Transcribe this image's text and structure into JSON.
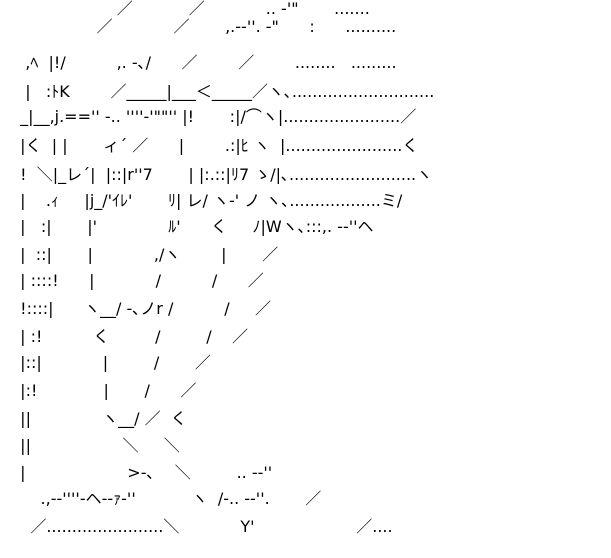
{
  "art": {
    "lines": [
      "                     ／           ／            .. -'\"       .......",
      "                 ／            ／       ,.--''. -\"      :      ..........",
      "   ,ﾍ  |!/          ,. -､/      ／        ／        ........   .........",
      "   |   :ﾄK        ／_____|___＜_____／ヽ､............................",
      "  _|__,j.=='' -.. ''''-'\"\"'' |!       :|/⌒ヽ|.......................／",
      "  |く  | |       ィ´ ／      |        .:|ﾋ ヽ  |.......................く",
      "  !  ＼|_レ´|  |::|r''7       | |:.::|ﾘ7 ゝ/|､.........................ヽ",
      "  |    .ｨ     |j_/'ｲﾚ'       ﾘ| レ/ ヽ-' ノ ヽ､..................ミ/",
      "  |   :|       |'              ﾙ'      く     ﾉ|Wヽ､:::,. --''ヘ",
      "  |  ::|       |            ,/ヽ        |       ／",
      "  | ::::!      |            /          /      ／",
      "  !::::|      ヽ__/ ‐､ノr /          /     ／",
      "  | :!          く         /         /    ／",
      "  |::|            |         /       ／",
      "  |:!             |       /      ／",
      "  ||              ヽ__/ ／  く",
      "  ||                  ＼     ＼",
      "  |                    >-､    ＼         .. --''",
      "      .,--''''-ヘ‐-ｧ-''           ヽ  /-.. --''.       ／",
      "    ／.......................＼            Y'                    ／...."
    ]
  },
  "colors": {
    "ink": "#000000",
    "background": "#ffffff"
  }
}
